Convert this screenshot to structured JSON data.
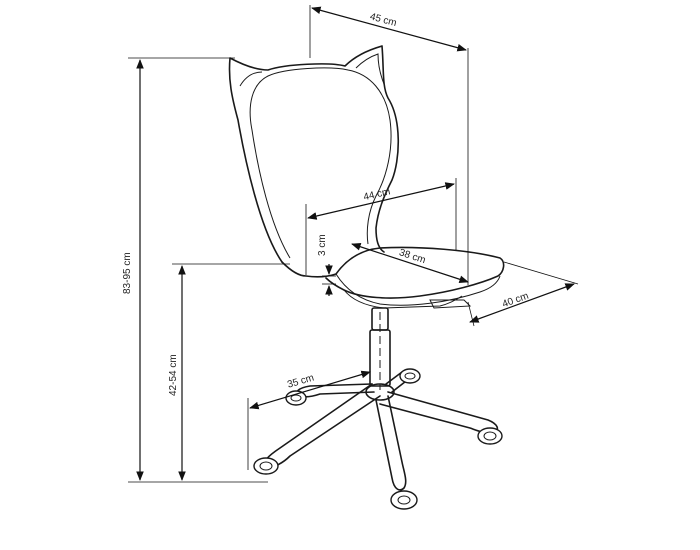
{
  "dimensions": {
    "width_top": "45 cm",
    "seat_width": "44 cm",
    "seat_thickness": "3 cm",
    "seat_depth": "38 cm",
    "depth_total": "40 cm",
    "height_total": "83-95 cm",
    "seat_height": "42-54 cm",
    "base_radius": "35 cm"
  },
  "colors": {
    "line": "#1a1a1a",
    "background": "#ffffff"
  }
}
